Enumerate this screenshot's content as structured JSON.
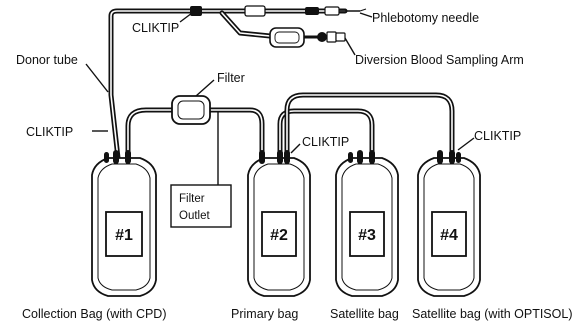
{
  "labels": {
    "phlebotomy_needle": "Phlebotomy needle",
    "cliktip_top": "CLIKTIP",
    "diversion_arm": "Diversion Blood Sampling Arm",
    "donor_tube": "Donor tube",
    "filter": "Filter",
    "cliktip_left": "CLIKTIP",
    "cliktip_middle": "CLIKTIP",
    "cliktip_right": "CLIKTIP",
    "filter_outlet_line1": "Filter",
    "filter_outlet_line2": "Outlet"
  },
  "bags": [
    {
      "number": "#1",
      "caption": "Collection Bag (with CPD)"
    },
    {
      "number": "#2",
      "caption": "Primary bag"
    },
    {
      "number": "#3",
      "caption": "Satellite bag"
    },
    {
      "number": "#4",
      "caption": "Satellite bag (with OPTISOL)"
    }
  ]
}
